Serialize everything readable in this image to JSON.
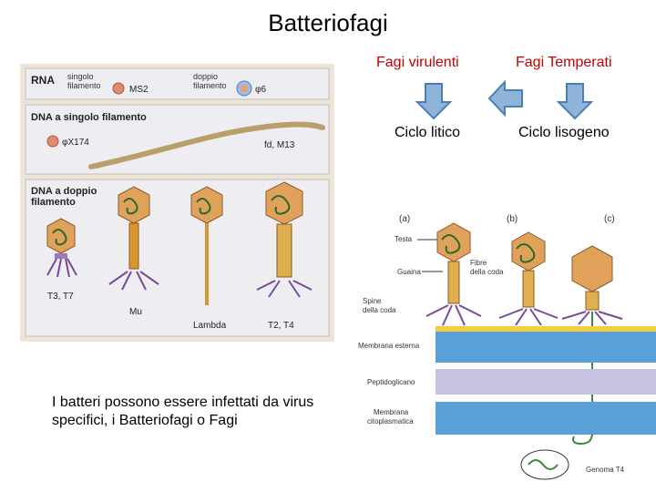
{
  "title": "Batteriofagi",
  "headers": {
    "virulent": "Fagi virulenti",
    "temperate": "Fagi Temperati",
    "lytic": "Ciclo litico",
    "lysogenic": "Ciclo lisogeno"
  },
  "caption": "I batteri possono essere infettati da virus specifici, i Batteriofagi o Fagi",
  "left_figure": {
    "rna_label": "RNA",
    "ss_rna_label": "singolo\nfilamento",
    "ms2": "MS2",
    "ds_rna_label": "doppio\nfilamento",
    "phi6": "φ6",
    "ssdna_title": "DNA a singolo filamento",
    "phix174": "φX174",
    "fd_m13": "fd, M13",
    "dsdna_title": "DNA a doppio filamento",
    "t3_t7": "T3, T7",
    "mu": "Mu",
    "lambda": "Lambda",
    "t2_t4": "T2, T4"
  },
  "right_figure": {
    "panel_a": "(a)",
    "panel_b": "(b)",
    "panel_c": "(c)",
    "testa": "Testa",
    "guaina": "Guaina",
    "fibre_coda": "Fibre\ndella coda",
    "spine_coda": "Spine\ndella coda",
    "membrana_esterna": "Membrana esterna",
    "peptidoglicano": "Peptidoglicano",
    "membrana_citoplasmatica": "Membrana\ncitoplasmatica",
    "genoma": "Genoma T4"
  },
  "colors": {
    "title_red": "#c00000",
    "arrow_fill": "#8fb4d9",
    "arrow_stroke": "#4a7fb5"
  }
}
